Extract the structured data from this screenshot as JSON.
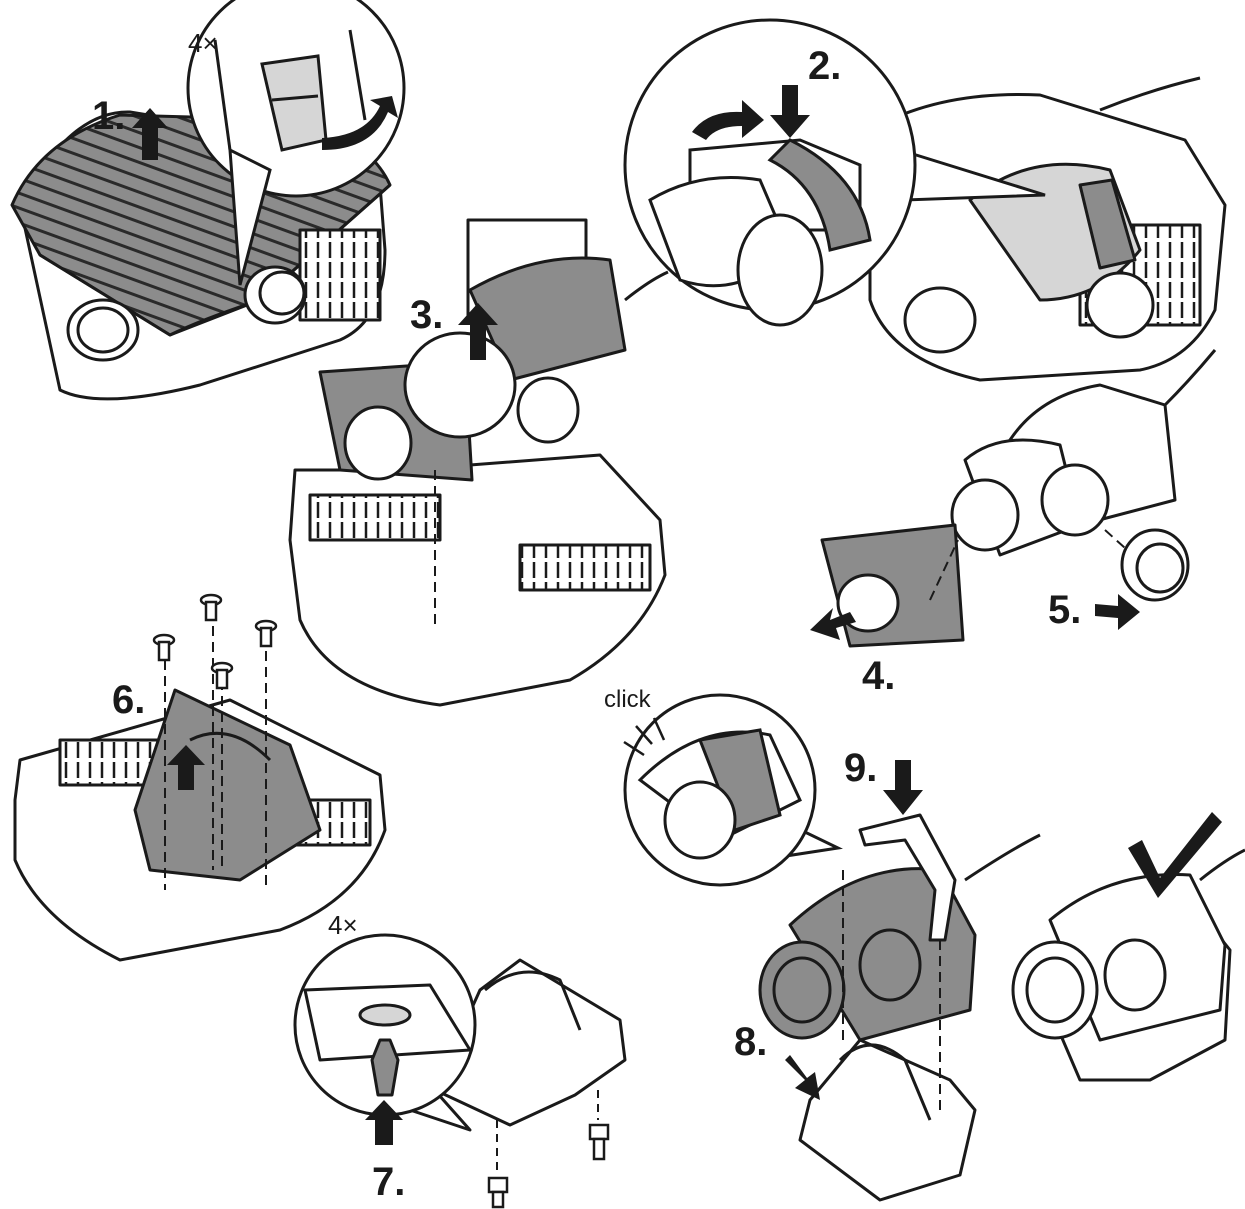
{
  "steps": {
    "s1": "1.",
    "s2": "2.",
    "s3": "3.",
    "s4": "4.",
    "s5": "5.",
    "s6": "6.",
    "s7": "7.",
    "s8": "8.",
    "s9": "9."
  },
  "labels": {
    "count_top": "4×",
    "count_bottom": "4×",
    "click": "click"
  },
  "icons": {
    "check": "checkmark-icon"
  },
  "colors": {
    "line": "#1a1a1a",
    "gray": "#8c8c8c",
    "light": "#d6d6d6",
    "white": "#ffffff"
  }
}
